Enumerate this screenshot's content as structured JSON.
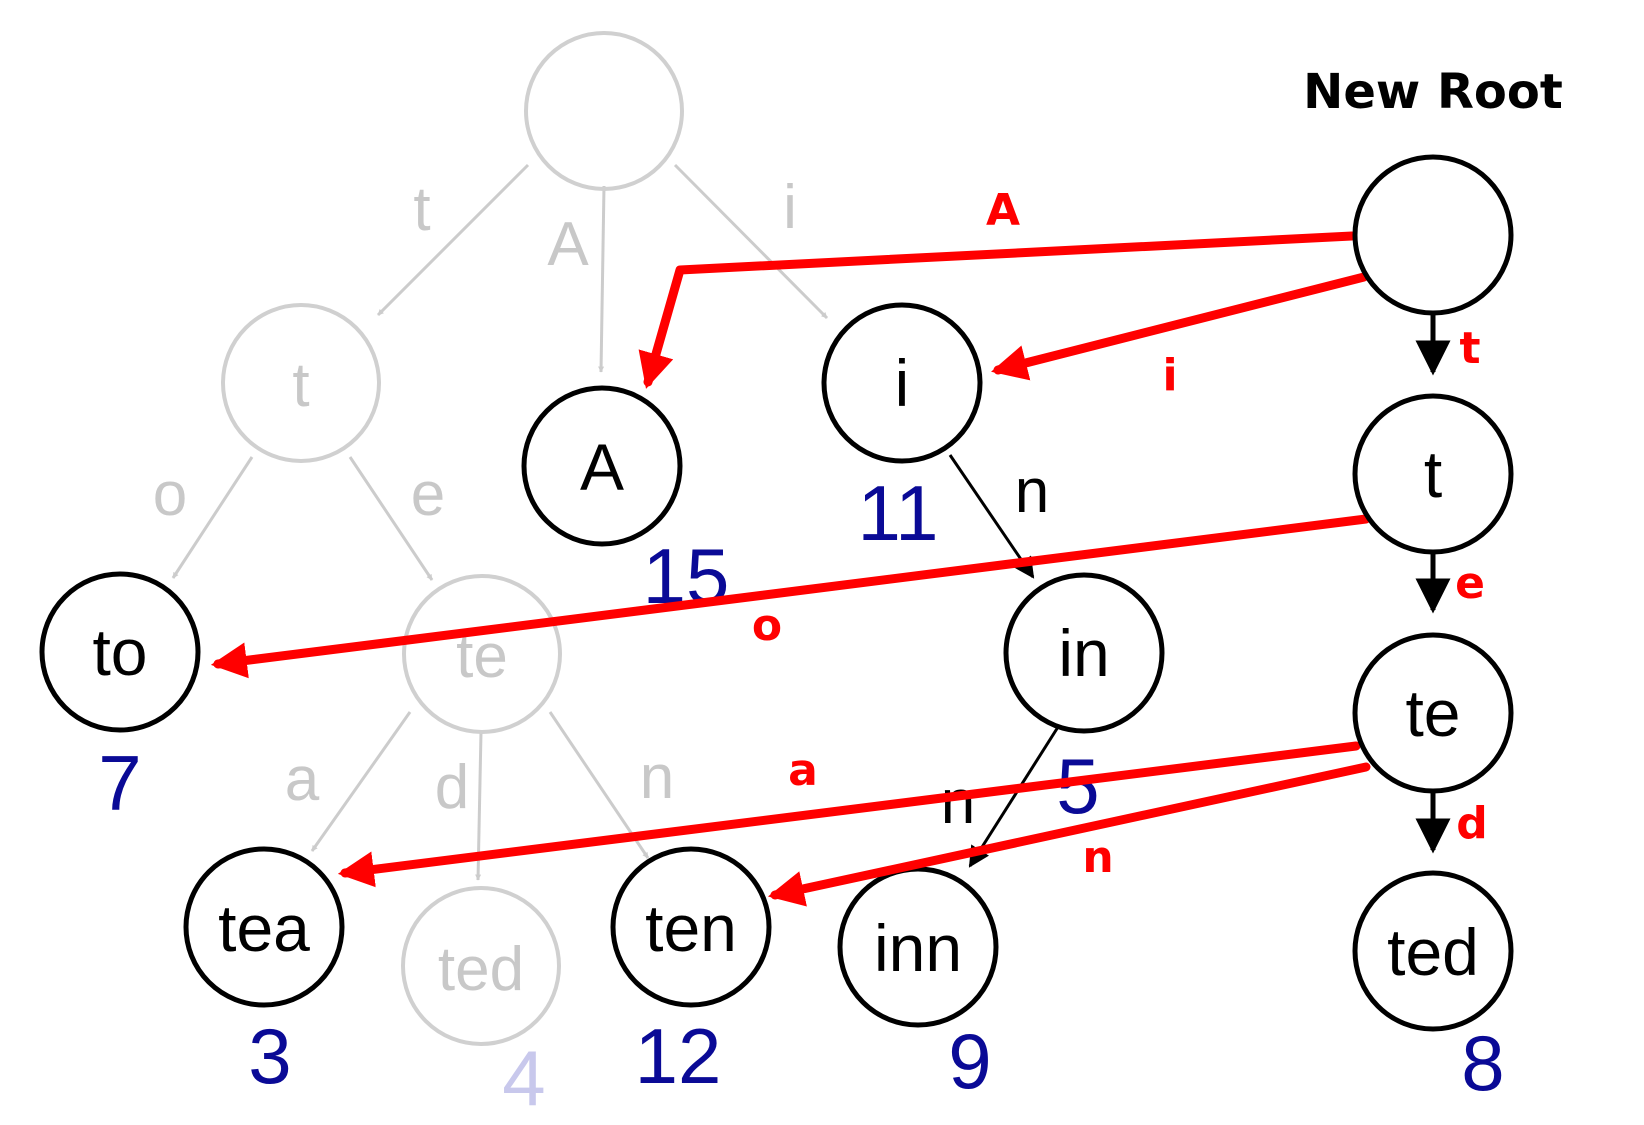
{
  "title": "New Root",
  "colors": {
    "ghost": "#cccccc",
    "active": "#000000",
    "new_link": "#ff0000",
    "value": "#0a0a96",
    "value_faint": "#c8c8ec"
  },
  "old_trie": {
    "nodes": [
      {
        "id": "old-root",
        "label": ""
      },
      {
        "id": "old-t",
        "label": "t"
      },
      {
        "id": "old-te",
        "label": "te"
      },
      {
        "id": "old-ted",
        "label": "ted",
        "value": "4"
      }
    ],
    "edge_labels": {
      "root_t": "t",
      "root_A": "A",
      "root_i": "i",
      "t_o": "o",
      "t_e": "e",
      "te_a": "a",
      "te_d": "d",
      "te_n": "n"
    }
  },
  "shared_nodes": [
    {
      "id": "A",
      "label": "A",
      "value": "15"
    },
    {
      "id": "i",
      "label": "i",
      "value": "11"
    },
    {
      "id": "in",
      "label": "in",
      "value": "5"
    },
    {
      "id": "inn",
      "label": "inn",
      "value": "9"
    },
    {
      "id": "to",
      "label": "to",
      "value": "7"
    },
    {
      "id": "tea",
      "label": "tea",
      "value": "3"
    },
    {
      "id": "ten",
      "label": "ten",
      "value": "12"
    }
  ],
  "shared_edge_labels": {
    "i_n": "n",
    "in_n": "n"
  },
  "new_trie": {
    "nodes": [
      {
        "id": "new-root",
        "label": ""
      },
      {
        "id": "new-t",
        "label": "t"
      },
      {
        "id": "new-te",
        "label": "te"
      },
      {
        "id": "new-ted",
        "label": "ted",
        "value": "8"
      }
    ],
    "edge_labels": {
      "root_t": "t",
      "t_e": "e",
      "te_d": "d"
    },
    "new_links": {
      "root_A": "A",
      "root_i": "i",
      "t_o": "o",
      "te_a": "a",
      "te_n": "n"
    }
  }
}
